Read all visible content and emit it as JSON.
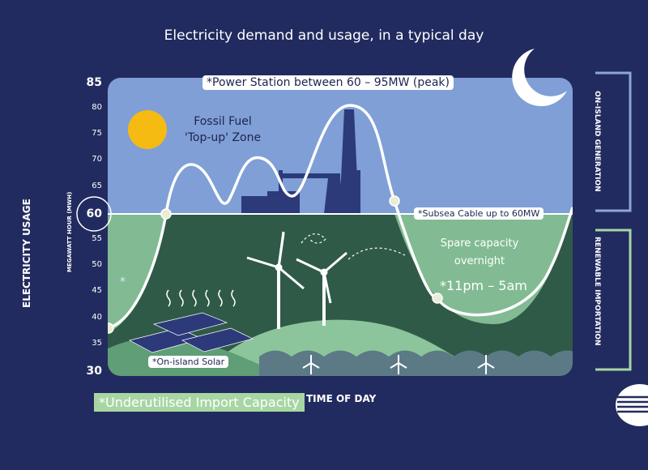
{
  "title": "Electricity demand and usage, in a typical day",
  "y_axis": {
    "label": "ELECTRICITY USAGE",
    "sublabel": "MEGAWATT HOUR (MWH)",
    "ticks": [
      "85",
      "80",
      "75",
      "70",
      "65",
      "60",
      "55",
      "50",
      "45",
      "40",
      "35",
      "30"
    ]
  },
  "x_axis": {
    "label": "TIME OF DAY"
  },
  "annotations": {
    "peak": "*Power Station between 60 – 95MW (peak)",
    "fossil_line1": "Fossil Fuel",
    "fossil_line2": "'Top-up' Zone",
    "subsea": "*Subsea Cable up to 60MW",
    "spare_line1": "Spare capacity",
    "spare_line2": "overnight",
    "overnight_time": "*11pm – 5am",
    "solar": "*On-island Solar",
    "underutilised": "*Underutilised Import Capacity",
    "asterisk": "*"
  },
  "brackets": {
    "top": "ON-ISLAND GENERATION",
    "bottom": "RENEWABLE IMPORTATION"
  },
  "colors": {
    "background": "#222b5f",
    "sky": "#7f9fd6",
    "lower": "#2f5a47",
    "hill": "#8cc59b",
    "sea": "#5c7a86",
    "bracket_top": "#8ea6da",
    "bracket_bottom": "#a7d6a3"
  },
  "icons": [
    "sun-icon",
    "moon-icon",
    "wind-turbine-icon",
    "solar-panel-icon",
    "power-station-icon",
    "logo-icon"
  ]
}
